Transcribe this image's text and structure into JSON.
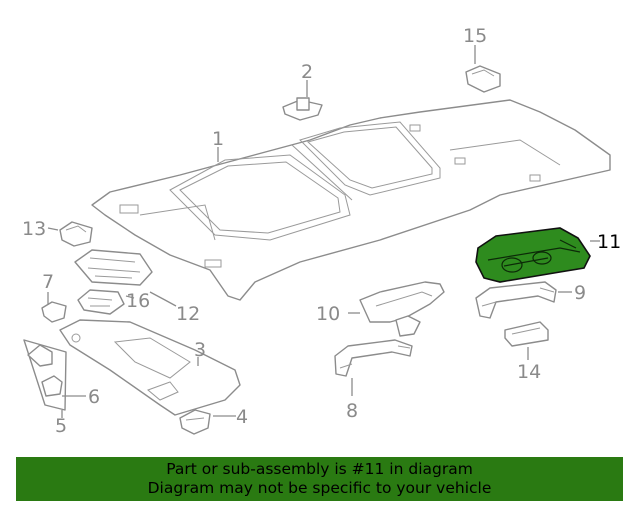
{
  "callouts": {
    "c1": "1",
    "c2": "2",
    "c3": "3",
    "c4": "4",
    "c5": "5",
    "c6": "6",
    "c7": "7",
    "c8": "8",
    "c9": "9",
    "c10": "10",
    "c11": "11",
    "c12": "12",
    "c13": "13",
    "c14": "14",
    "c15": "15",
    "c16": "16"
  },
  "highlight": {
    "part": "11",
    "color": "#2e8b1e"
  },
  "banner": {
    "line1": "Part or sub-assembly is #11 in diagram",
    "line2": "Diagram may not be specific to your vehicle",
    "color": "#2a7a12"
  }
}
